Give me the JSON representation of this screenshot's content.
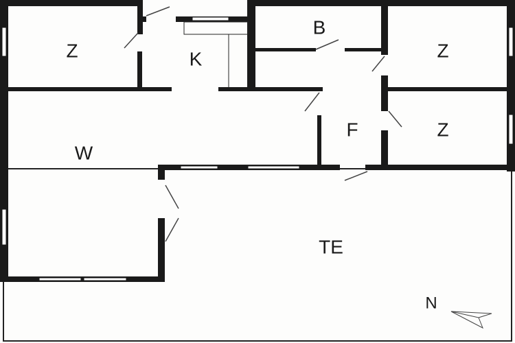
{
  "plan": {
    "rooms": [
      {
        "id": "bedroom-1",
        "label": "Z"
      },
      {
        "id": "kitchen",
        "label": "K"
      },
      {
        "id": "bathroom",
        "label": "B"
      },
      {
        "id": "bedroom-2",
        "label": "Z"
      },
      {
        "id": "hallway",
        "label": "F"
      },
      {
        "id": "bedroom-3",
        "label": "Z"
      },
      {
        "id": "living-room",
        "label": "W"
      },
      {
        "id": "terrace",
        "label": "TE"
      }
    ],
    "compass": {
      "label": "N"
    }
  }
}
